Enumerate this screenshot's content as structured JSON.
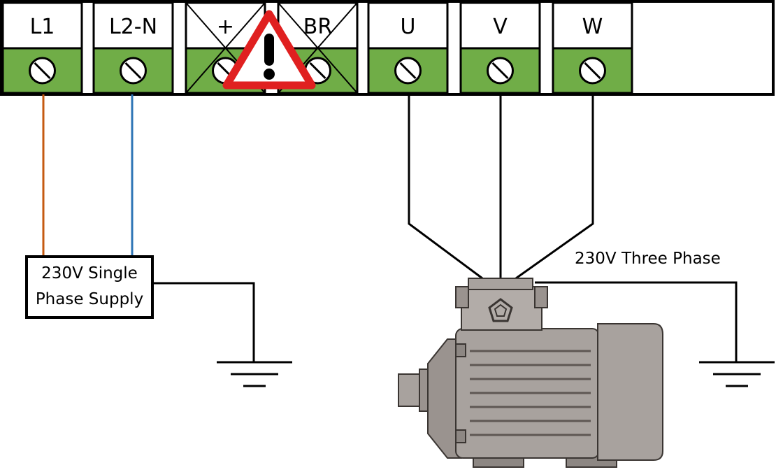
{
  "terminals": [
    {
      "label": "L1",
      "crossed": false
    },
    {
      "label": "L2-N",
      "crossed": false
    },
    {
      "label": "+",
      "crossed": true
    },
    {
      "label": "BR",
      "crossed": true
    },
    {
      "label": "U",
      "crossed": false
    },
    {
      "label": "V",
      "crossed": false
    },
    {
      "label": "W",
      "crossed": false
    }
  ],
  "supply": {
    "line1": "230V Single",
    "line2": "Phase Supply"
  },
  "motor": {
    "label": "230V Three Phase"
  },
  "icons": {
    "warning": "warning-triangle-icon",
    "screw": "screw-terminal-icon",
    "ground": "ground-symbol-icon",
    "motor": "electric-motor-icon"
  },
  "colors": {
    "terminal_green": "#70ad47",
    "wire_l1": "#c55a11",
    "wire_l2": "#2e75b6",
    "wire_motor": "#000000",
    "warning_red": "#e02020",
    "motor_body": "#a8a29e",
    "motor_dark": "#6b6460"
  }
}
